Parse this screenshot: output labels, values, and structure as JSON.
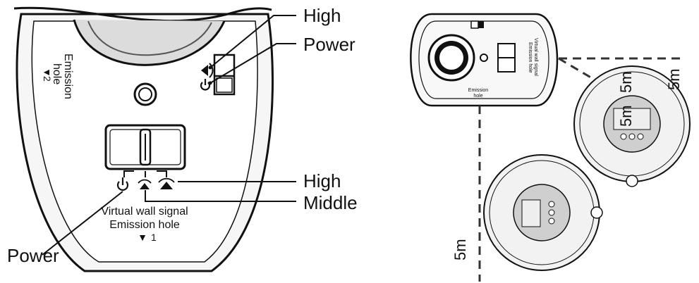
{
  "left_view": {
    "side_emission_label_line1": "Emission",
    "side_emission_label_line2": "hole",
    "side_emission_marker": "▼",
    "side_emission_number": "2",
    "callout_high_top": "High",
    "callout_power_top": "Power",
    "callout_high_right": "High",
    "callout_middle": "Middle",
    "callout_power_bottom": "Power",
    "bottom_label_line1": "Virtual wall signal",
    "bottom_label_line2": "Emission hole",
    "bottom_marker": "▼",
    "bottom_number": "1"
  },
  "right_view": {
    "device_emission_line1": "Emission",
    "device_emission_line2": "hole",
    "device_side_line1": "Virtual wall signal",
    "device_side_line2": "Emission hole",
    "distance_horizontal_top": "5m",
    "distance_diagonal": "5m",
    "distance_right": "5m",
    "distance_vertical": "5m"
  },
  "colors": {
    "line": "#111111",
    "fill_light": "#f4f4f4",
    "robot_fill": "#eeeeee",
    "dashed": "#333333"
  }
}
